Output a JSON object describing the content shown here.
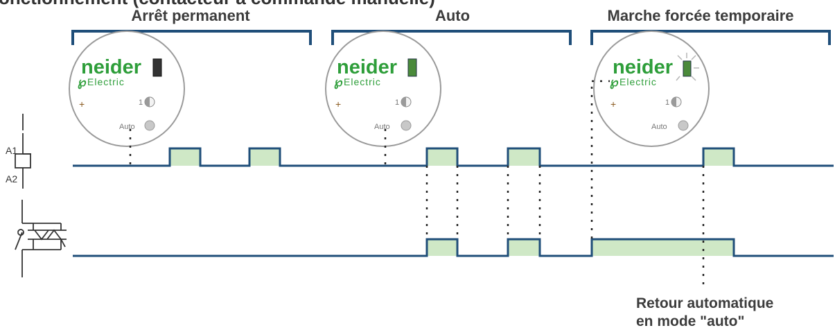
{
  "title_partial": "onctionnement (contacteur à commande manuelle)",
  "modes": [
    {
      "label": "Arrêt permanent",
      "brand_top": "neider",
      "brand_bottom": "Electric",
      "pos_label": "1",
      "auto_label": "Auto"
    },
    {
      "label": "Auto",
      "brand_top": "neider",
      "brand_bottom": "Electric",
      "pos_label": "1",
      "auto_label": "Auto"
    },
    {
      "label": "Marche forcée temporaire",
      "brand_top": "neider",
      "brand_bottom": "Electric",
      "pos_label": "1",
      "auto_label": "Auto"
    }
  ],
  "coil_terminals": {
    "top": "A1",
    "bottom": "A2"
  },
  "caption": {
    "line1": "Retour automatique",
    "line2": "en mode \"auto\""
  },
  "colors": {
    "signal": "#1f4e79",
    "pulse_fill": "#cfe8c6",
    "brand": "#2e9e3a"
  }
}
